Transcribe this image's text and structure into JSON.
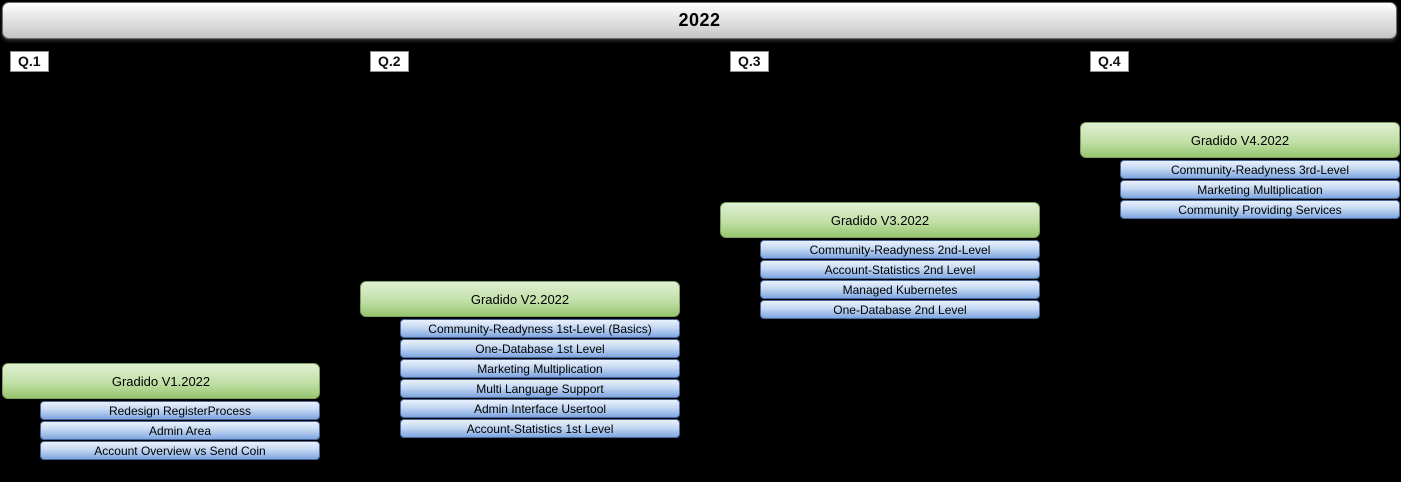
{
  "title": "2022",
  "colors": {
    "background": "#000000",
    "header_top": "#ffffff",
    "header_bottom": "#c3c3c3",
    "green_top": "#dff0d2",
    "green_bottom": "#96c56f",
    "green_border": "#7da05e",
    "blue_top": "#e9f1fc",
    "blue_bottom": "#7ea6e0",
    "blue_border": "#4a679a",
    "text": "#000000"
  },
  "quarters": [
    {
      "label": "Q.1",
      "release": {
        "title": "Gradido V1.2022",
        "items": [
          "Redesign RegisterProcess",
          "Admin Area",
          "Account Overview vs Send Coin"
        ]
      }
    },
    {
      "label": "Q.2",
      "release": {
        "title": "Gradido V2.2022",
        "items": [
          "Community-Readyness 1st-Level (Basics)",
          "One-Database 1st Level",
          "Marketing Multiplication",
          "Multi Language Support",
          "Admin Interface Usertool",
          "Account-Statistics 1st Level"
        ]
      }
    },
    {
      "label": "Q.3",
      "release": {
        "title": "Gradido V3.2022",
        "items": [
          "Community-Readyness 2nd-Level",
          "Account-Statistics 2nd Level",
          "Managed Kubernetes",
          "One-Database 2nd Level"
        ]
      }
    },
    {
      "label": "Q.4",
      "release": {
        "title": "Gradido V4.2022",
        "items": [
          "Community-Readyness 3rd-Level",
          "Marketing Multiplication",
          "Community Providing Services"
        ]
      }
    }
  ]
}
